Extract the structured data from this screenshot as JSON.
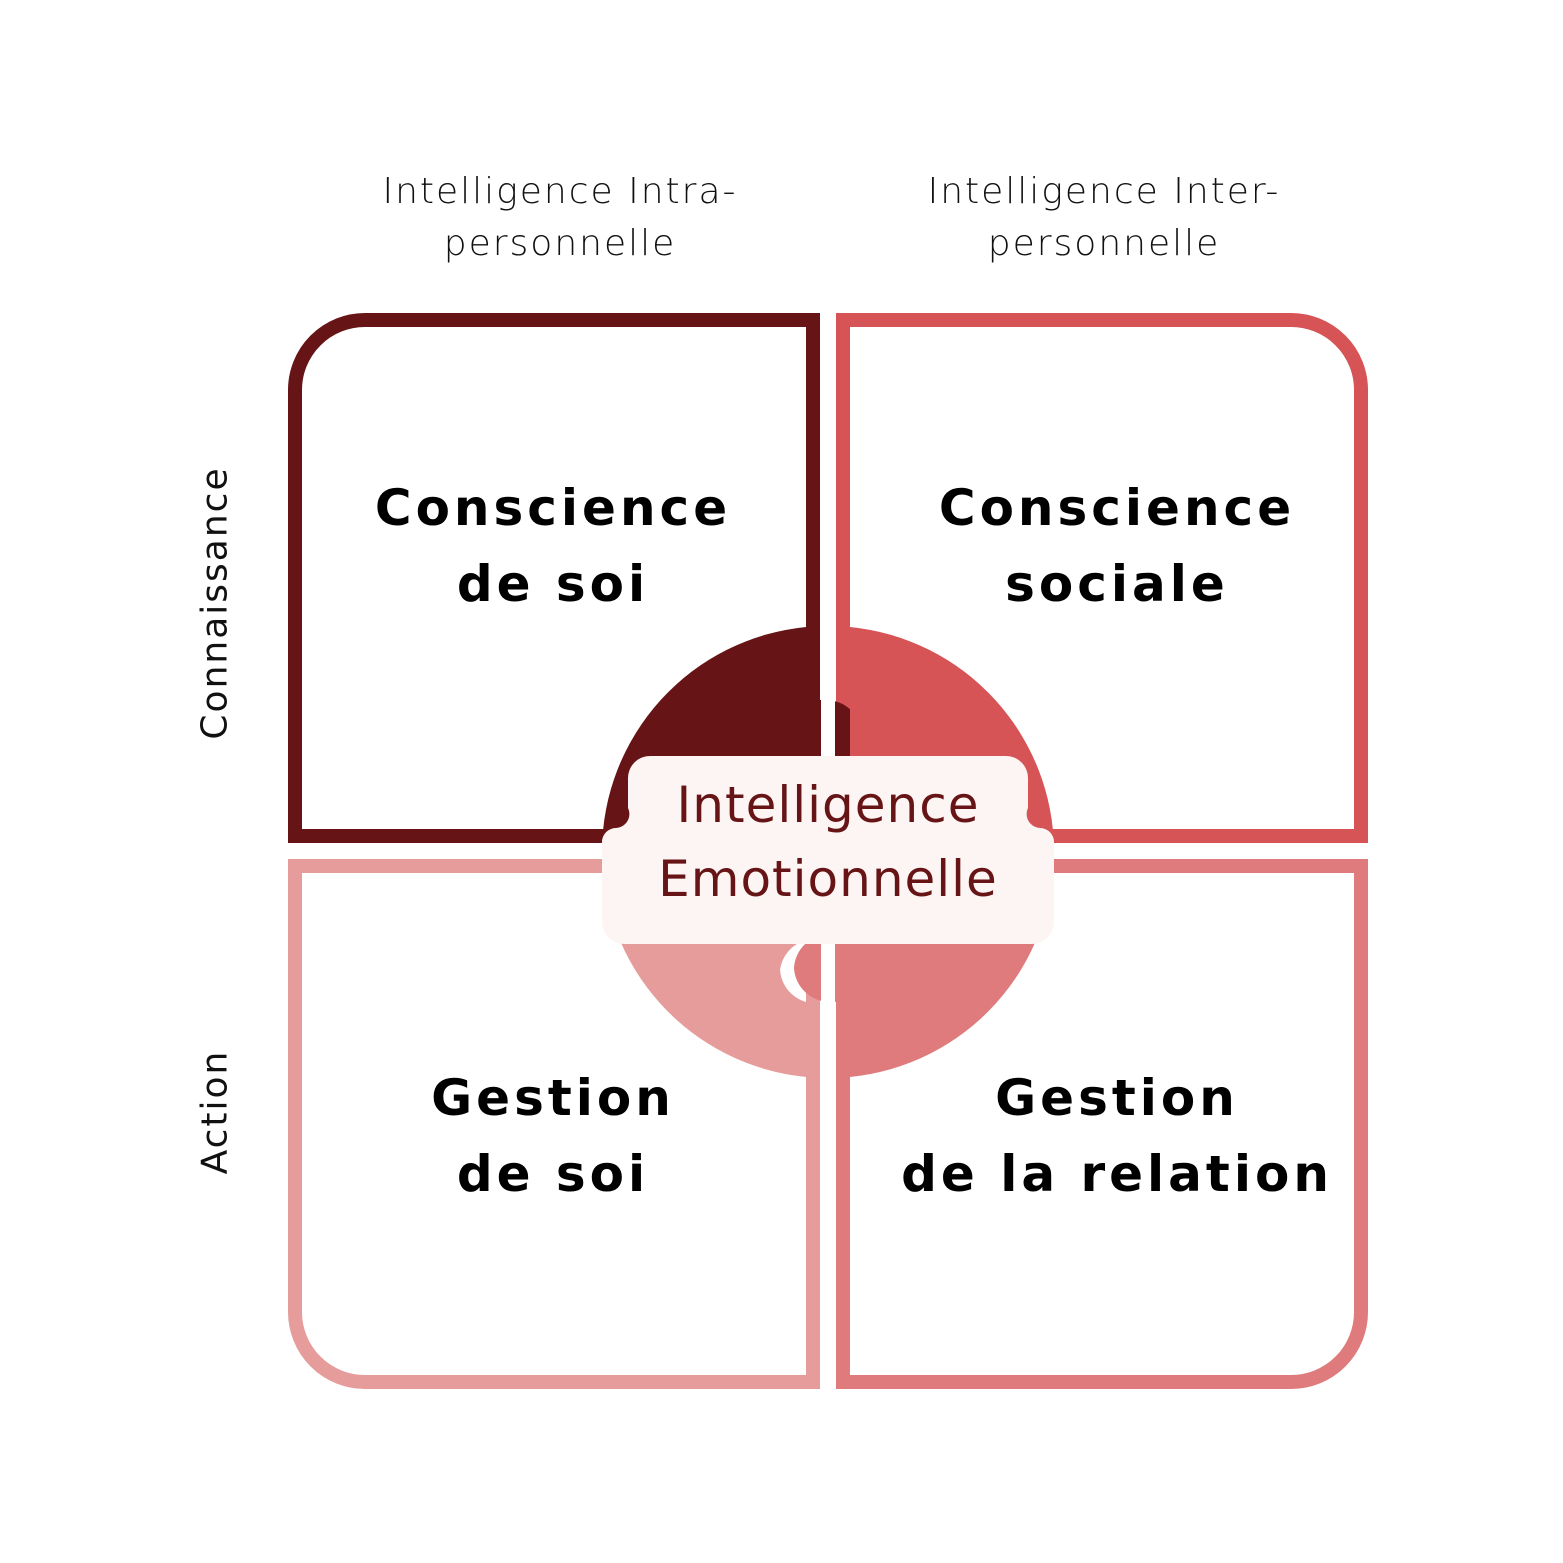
{
  "colors": {
    "self_awareness": "#661416",
    "social_awareness": "#d65356",
    "self_management": "#e69c9b",
    "relationship_management": "#df7b7d",
    "center_bg": "#fcf5f3",
    "center_text": "#661416"
  },
  "headers": {
    "intra": [
      "Intelligence Intra-",
      "personnelle"
    ],
    "inter": [
      "Intelligence Inter-",
      "personnelle"
    ]
  },
  "rows": {
    "top": "Connaissance",
    "bottom": "Action"
  },
  "quadrants": {
    "top_left": [
      "Conscience",
      "de soi"
    ],
    "top_right": [
      "Conscience",
      "sociale"
    ],
    "bottom_left": [
      "Gestion",
      "de soi"
    ],
    "bottom_right": [
      "Gestion",
      "de la relation"
    ]
  },
  "center": [
    "Intelligence",
    "Emotionnelle"
  ]
}
